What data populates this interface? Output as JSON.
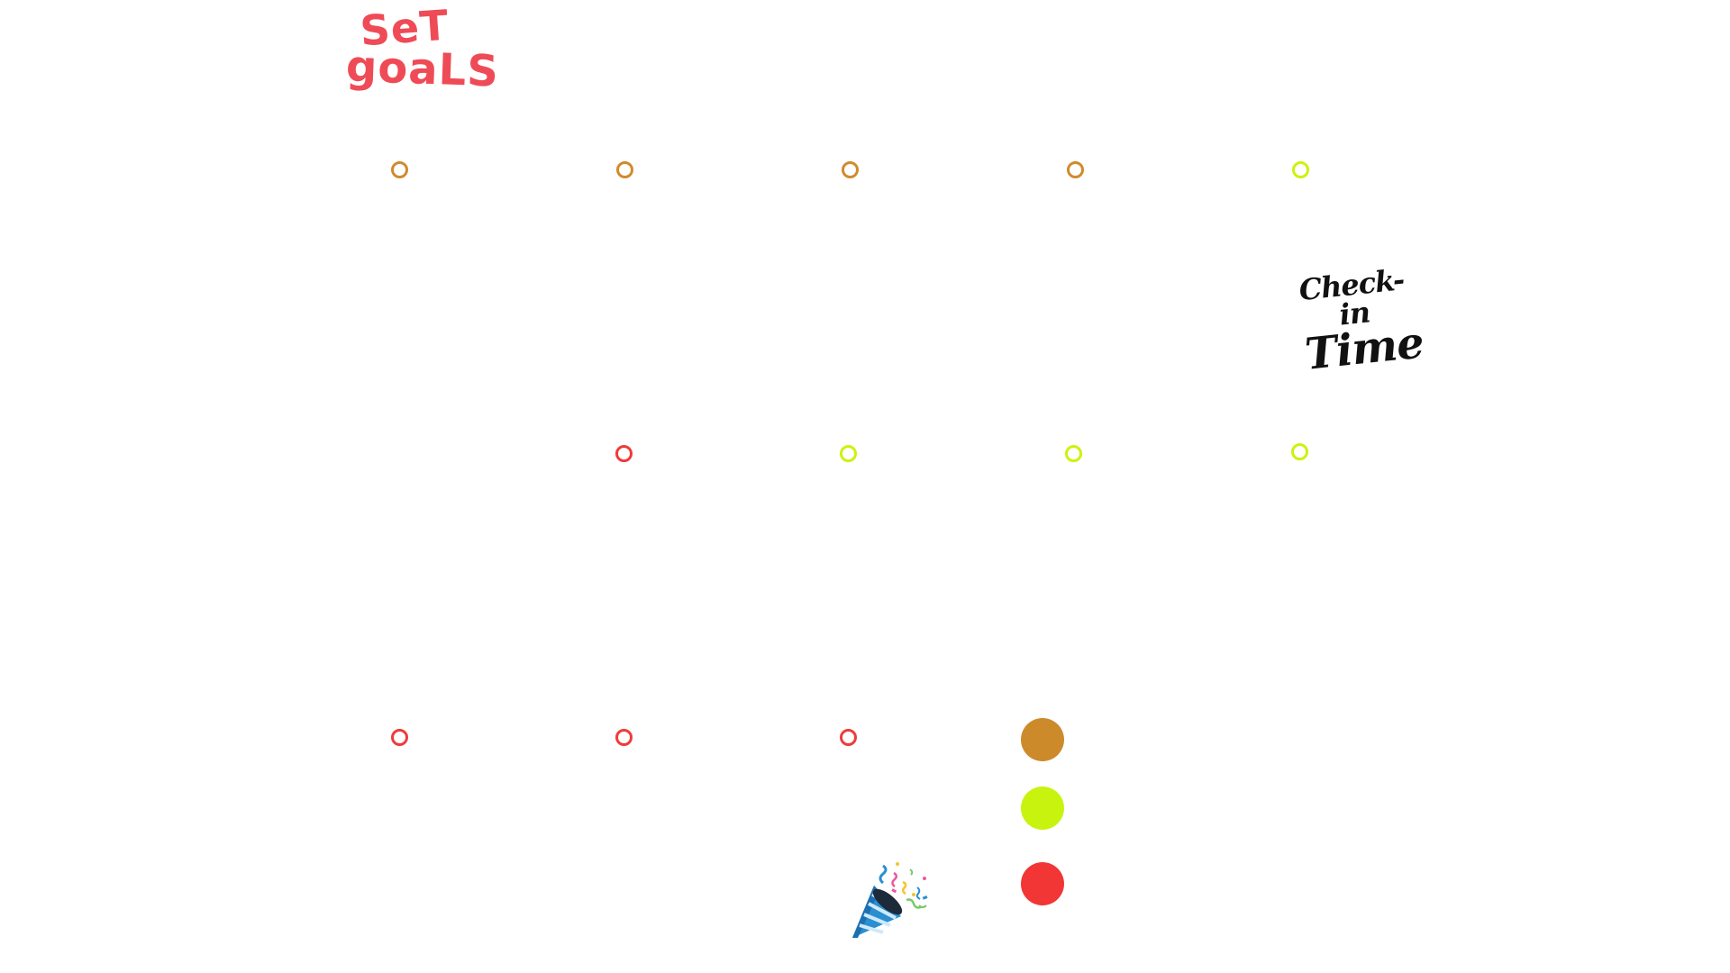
{
  "stickers": {
    "set_goals": {
      "line1": "SeT",
      "line2": "goaLS"
    },
    "check_in": {
      "line1": "Check-in",
      "line2": "Time"
    },
    "party_popper": {
      "icon": "party-popper-icon"
    }
  },
  "colors": {
    "orange": "#d08b2d",
    "lime": "#cbf30e",
    "red": "#ef3b3b",
    "legend_orange": "#cd8a2b",
    "legend_lime": "#c8f30f",
    "legend_red": "#f23535"
  },
  "checklist": {
    "row1": [
      "orange",
      "orange",
      "orange",
      "orange",
      "lime"
    ],
    "row2": [
      "red",
      "lime",
      "lime",
      "lime"
    ],
    "row3": [
      "red",
      "red",
      "red"
    ]
  },
  "legend": [
    "orange",
    "lime",
    "red"
  ]
}
